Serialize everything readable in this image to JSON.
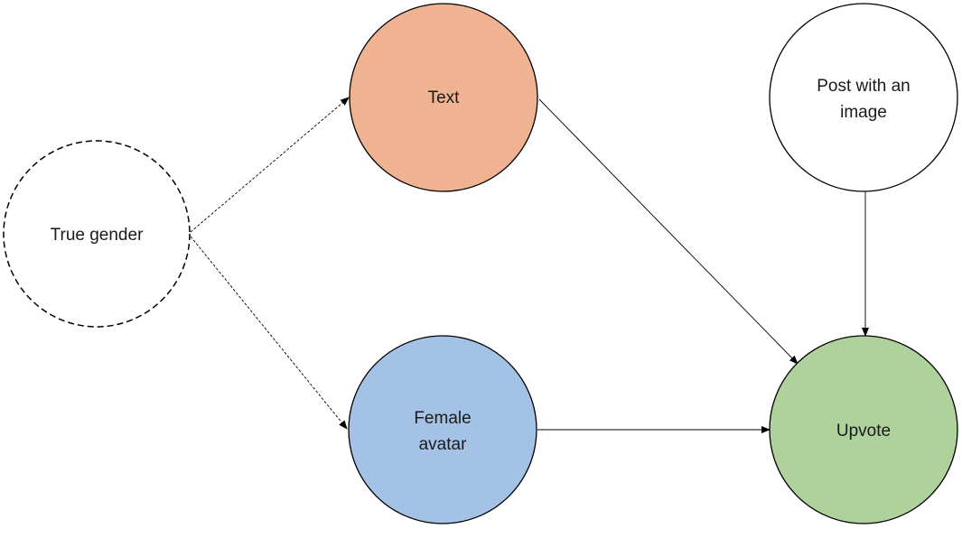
{
  "nodes": {
    "true_gender": {
      "label": "True gender",
      "fill": "#ffffff",
      "border": "dashed"
    },
    "text": {
      "label": "Text",
      "fill": "#f0b391"
    },
    "female_avatar": {
      "label_line1": "Female",
      "label_line2": "avatar",
      "fill": "#a4c2e5"
    },
    "post_with_image": {
      "label_line1": "Post with an",
      "label_line2": "image",
      "fill": "#ffffff"
    },
    "upvote": {
      "label": "Upvote",
      "fill": "#afd19b"
    }
  },
  "edges": [
    {
      "from": "true_gender",
      "to": "text",
      "style": "dashed"
    },
    {
      "from": "true_gender",
      "to": "female_avatar",
      "style": "dashed"
    },
    {
      "from": "text",
      "to": "upvote",
      "style": "solid"
    },
    {
      "from": "female_avatar",
      "to": "upvote",
      "style": "solid"
    },
    {
      "from": "post_with_image",
      "to": "upvote",
      "style": "solid"
    }
  ]
}
